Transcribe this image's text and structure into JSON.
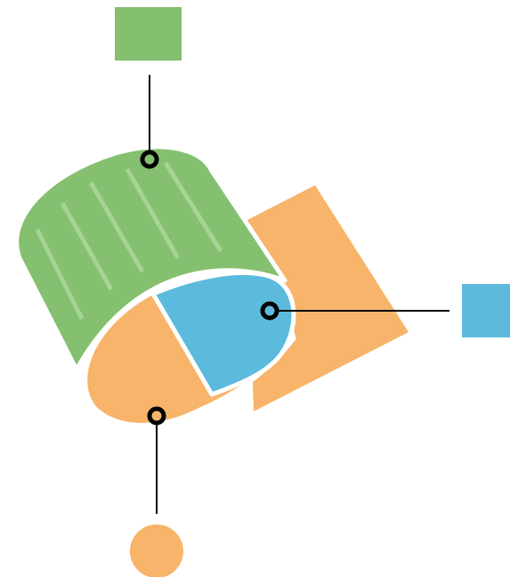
{
  "colors": {
    "green": "#84c06f",
    "green_stripe": "#a6d494",
    "orange": "#f7b46a",
    "blue": "#5cbbdc",
    "line": "#000000",
    "outline": "#ffffff",
    "background": "#ffffff"
  },
  "components": [
    {
      "id": "green",
      "part": "cylinder-cap",
      "label_shape": "square",
      "color_key": "green"
    },
    {
      "id": "blue",
      "part": "inner-face",
      "label_shape": "square",
      "color_key": "blue"
    },
    {
      "id": "orange",
      "part": "base-body",
      "label_shape": "circle",
      "color_key": "orange"
    }
  ]
}
